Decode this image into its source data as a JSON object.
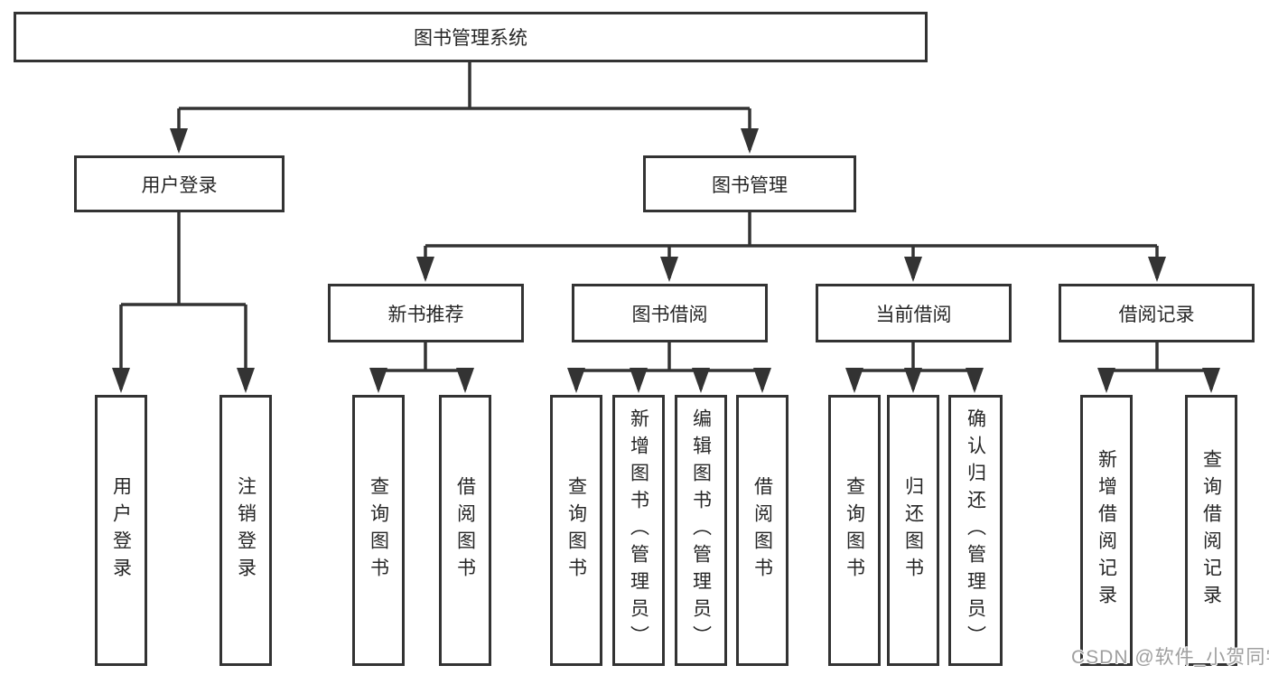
{
  "tree": {
    "root": {
      "label": "图书管理系统",
      "children": [
        {
          "label": "用户登录",
          "children": [
            {
              "label": "用户登录"
            },
            {
              "label": "注销登录"
            }
          ]
        },
        {
          "label": "图书管理",
          "children": [
            {
              "label": "新书推荐",
              "children": [
                {
                  "label": "查询图书"
                },
                {
                  "label": "借阅图书"
                }
              ]
            },
            {
              "label": "图书借阅",
              "children": [
                {
                  "label": "查询图书"
                },
                {
                  "label": "新增图书（管理员）"
                },
                {
                  "label": "编辑图书（管理员）"
                },
                {
                  "label": "借阅图书"
                }
              ]
            },
            {
              "label": "当前借阅",
              "children": [
                {
                  "label": "查询图书"
                },
                {
                  "label": "归还图书"
                },
                {
                  "label": "确认归还（管理员）"
                }
              ]
            },
            {
              "label": "借阅记录",
              "children": [
                {
                  "label": "新增借阅记录"
                },
                {
                  "label": "查询借阅记录"
                }
              ]
            }
          ]
        }
      ]
    },
    "colors": {
      "line": "#333333",
      "box_border": "#333333",
      "text": "#262626",
      "watermark": "#9f9f9f",
      "background": "#ffffff"
    }
  },
  "watermark": {
    "text": "CSDN @软件_小贺同学"
  }
}
